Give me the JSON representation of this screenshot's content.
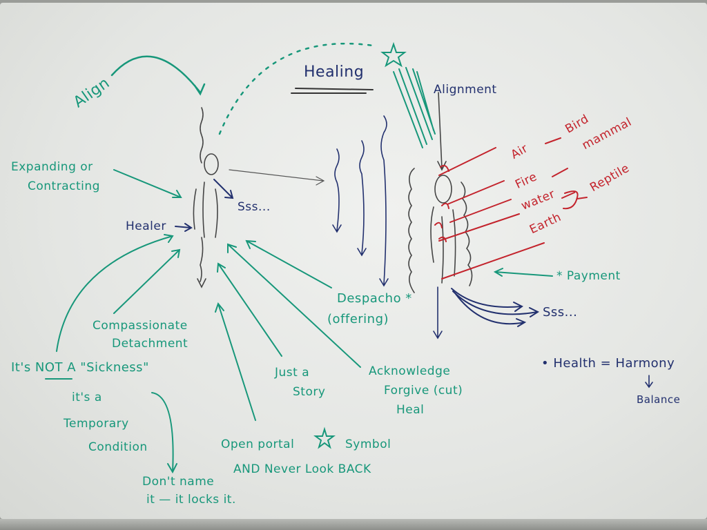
{
  "title": "Healing",
  "left": {
    "align": "Align",
    "expanding": [
      "Expanding or",
      "Contracting"
    ],
    "healer": "Healer",
    "sss": "Sss...",
    "compassionate": [
      "Compassionate",
      "Detachment"
    ],
    "sickness": [
      "It's NOT A \"Sickness\"",
      "it's a",
      "Temporary",
      "Condition"
    ],
    "dont_name": [
      "Don't name",
      "it — it locks it."
    ],
    "open_portal": "Open portal",
    "symbol": "Symbol",
    "never_look_back": "AND Never Look BACK",
    "just_story": [
      "Just a",
      "Story"
    ],
    "acknowledge": [
      "Acknowledge",
      "Forgive (cut)",
      "Heal"
    ]
  },
  "right": {
    "alignment": "Alignment",
    "despacho": "Despacho *",
    "offering": "(offering)",
    "elements": [
      "Air",
      "Fire",
      "water",
      "Earth"
    ],
    "animals": [
      "Bird",
      "mammal",
      "Reptile"
    ],
    "payment": "* Payment",
    "sss": "Sss...",
    "health": "• Health = Harmony",
    "balance": "Balance"
  },
  "colors": {
    "green": "#17977a",
    "navy": "#22306e",
    "red": "#c3232c",
    "black": "#3a3a3a"
  }
}
